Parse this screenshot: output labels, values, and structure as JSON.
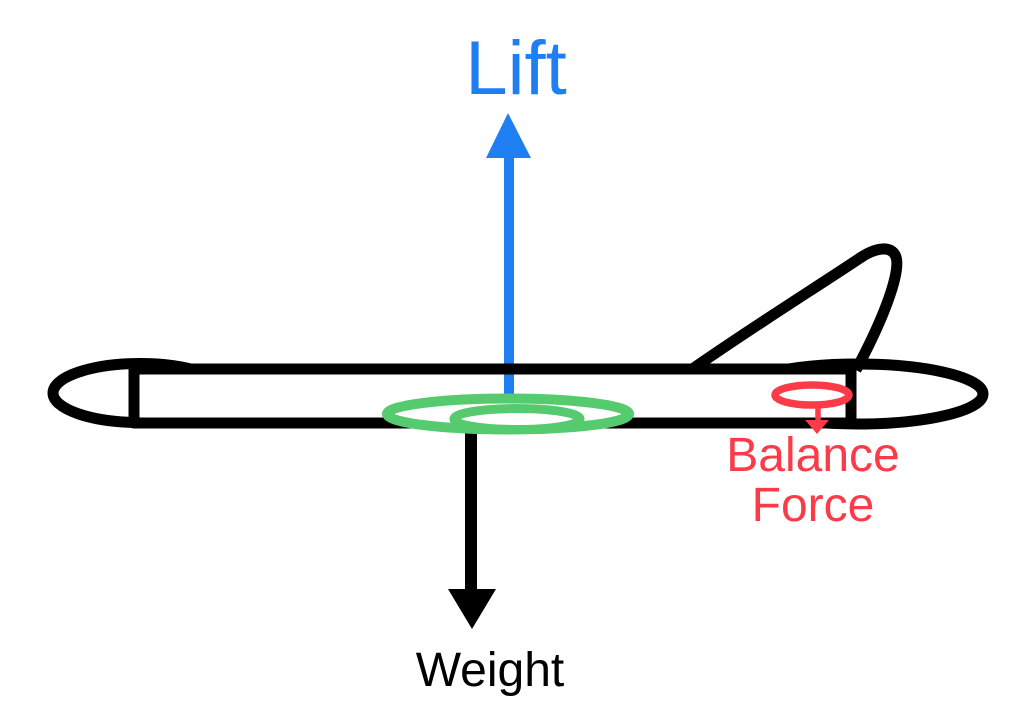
{
  "colors": {
    "background": "#ffffff",
    "outline": "#000000",
    "lift": "#1e7ef2",
    "weight": "#000000",
    "balance": "#fb3b48",
    "cg": "#56ca6e"
  },
  "labels": {
    "lift": "Lift",
    "weight": "Weight",
    "balance_line1": "Balance",
    "balance_line2": "Force"
  },
  "arrows": {
    "lift": {
      "direction": "up"
    },
    "weight": {
      "direction": "down"
    },
    "balance": {
      "direction": "down"
    }
  }
}
